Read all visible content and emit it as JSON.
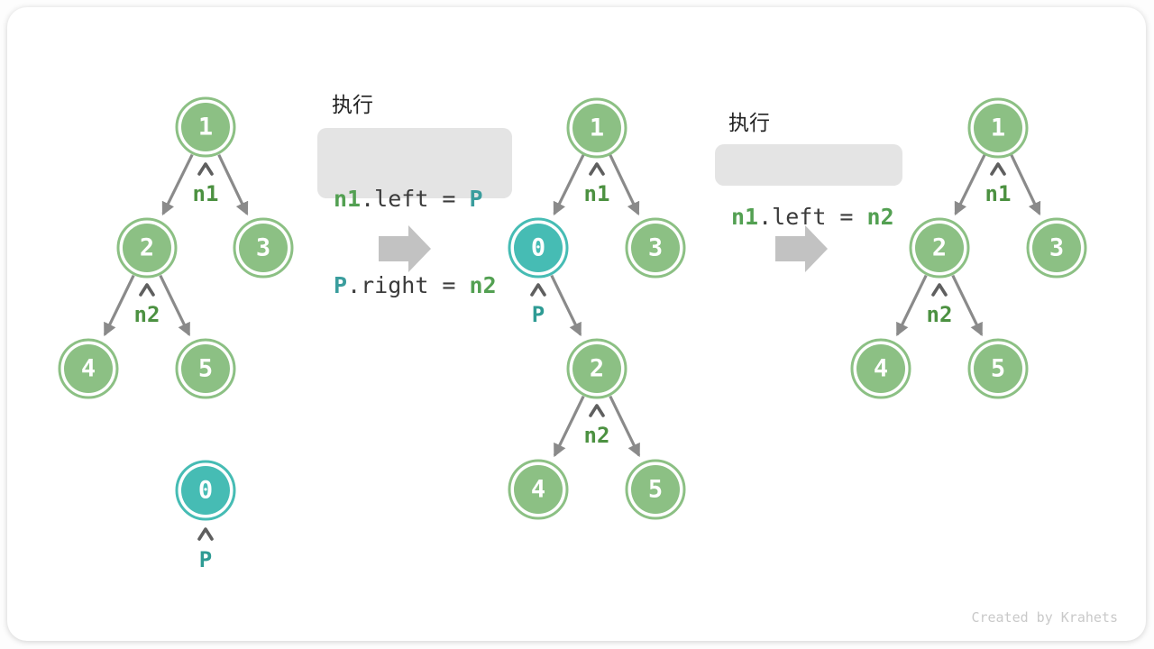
{
  "watermark": "Created by Krahets",
  "colors": {
    "node_green": "#8cc084",
    "node_teal": "#46bcb4",
    "pointer_label_green": "#4c9141",
    "pointer_label_teal": "#2e9b94",
    "code_token_green": "#53a052",
    "code_token_teal": "#3a9d9d",
    "code_background": "#e4e4e4",
    "edge_gray": "#8a8a8a",
    "big_arrow_gray": "#c2c2c2"
  },
  "panel1": {
    "node_values": [
      "1",
      "2",
      "3",
      "4",
      "5"
    ],
    "pointer_n1": "n1",
    "pointer_n2": "n2",
    "detached_node_value": "0",
    "detached_pointer": "P",
    "edges": [
      "1->2",
      "1->3",
      "2->4",
      "2->5"
    ]
  },
  "step1": {
    "exec_title": "执行",
    "lines": [
      {
        "s1": "n1",
        "s2": ".left = ",
        "s3": "P"
      },
      {
        "s1": "P",
        "s2": ".right = ",
        "s3": "n2"
      }
    ]
  },
  "panel2": {
    "node_values": [
      "1",
      "0",
      "3",
      "2",
      "4",
      "5"
    ],
    "pointer_n1": "n1",
    "pointer_p": "P",
    "pointer_n2": "n2",
    "edges": [
      "1->0",
      "1->3",
      "0->2",
      "2->4",
      "2->5"
    ]
  },
  "step2": {
    "exec_title": "执行",
    "lines": [
      {
        "s1": "n1",
        "s2": ".left = ",
        "s3": "n2"
      }
    ]
  },
  "panel3": {
    "node_values": [
      "1",
      "2",
      "3",
      "4",
      "5"
    ],
    "pointer_n1": "n1",
    "pointer_n2": "n2",
    "edges": [
      "1->2",
      "1->3",
      "2->4",
      "2->5"
    ]
  }
}
